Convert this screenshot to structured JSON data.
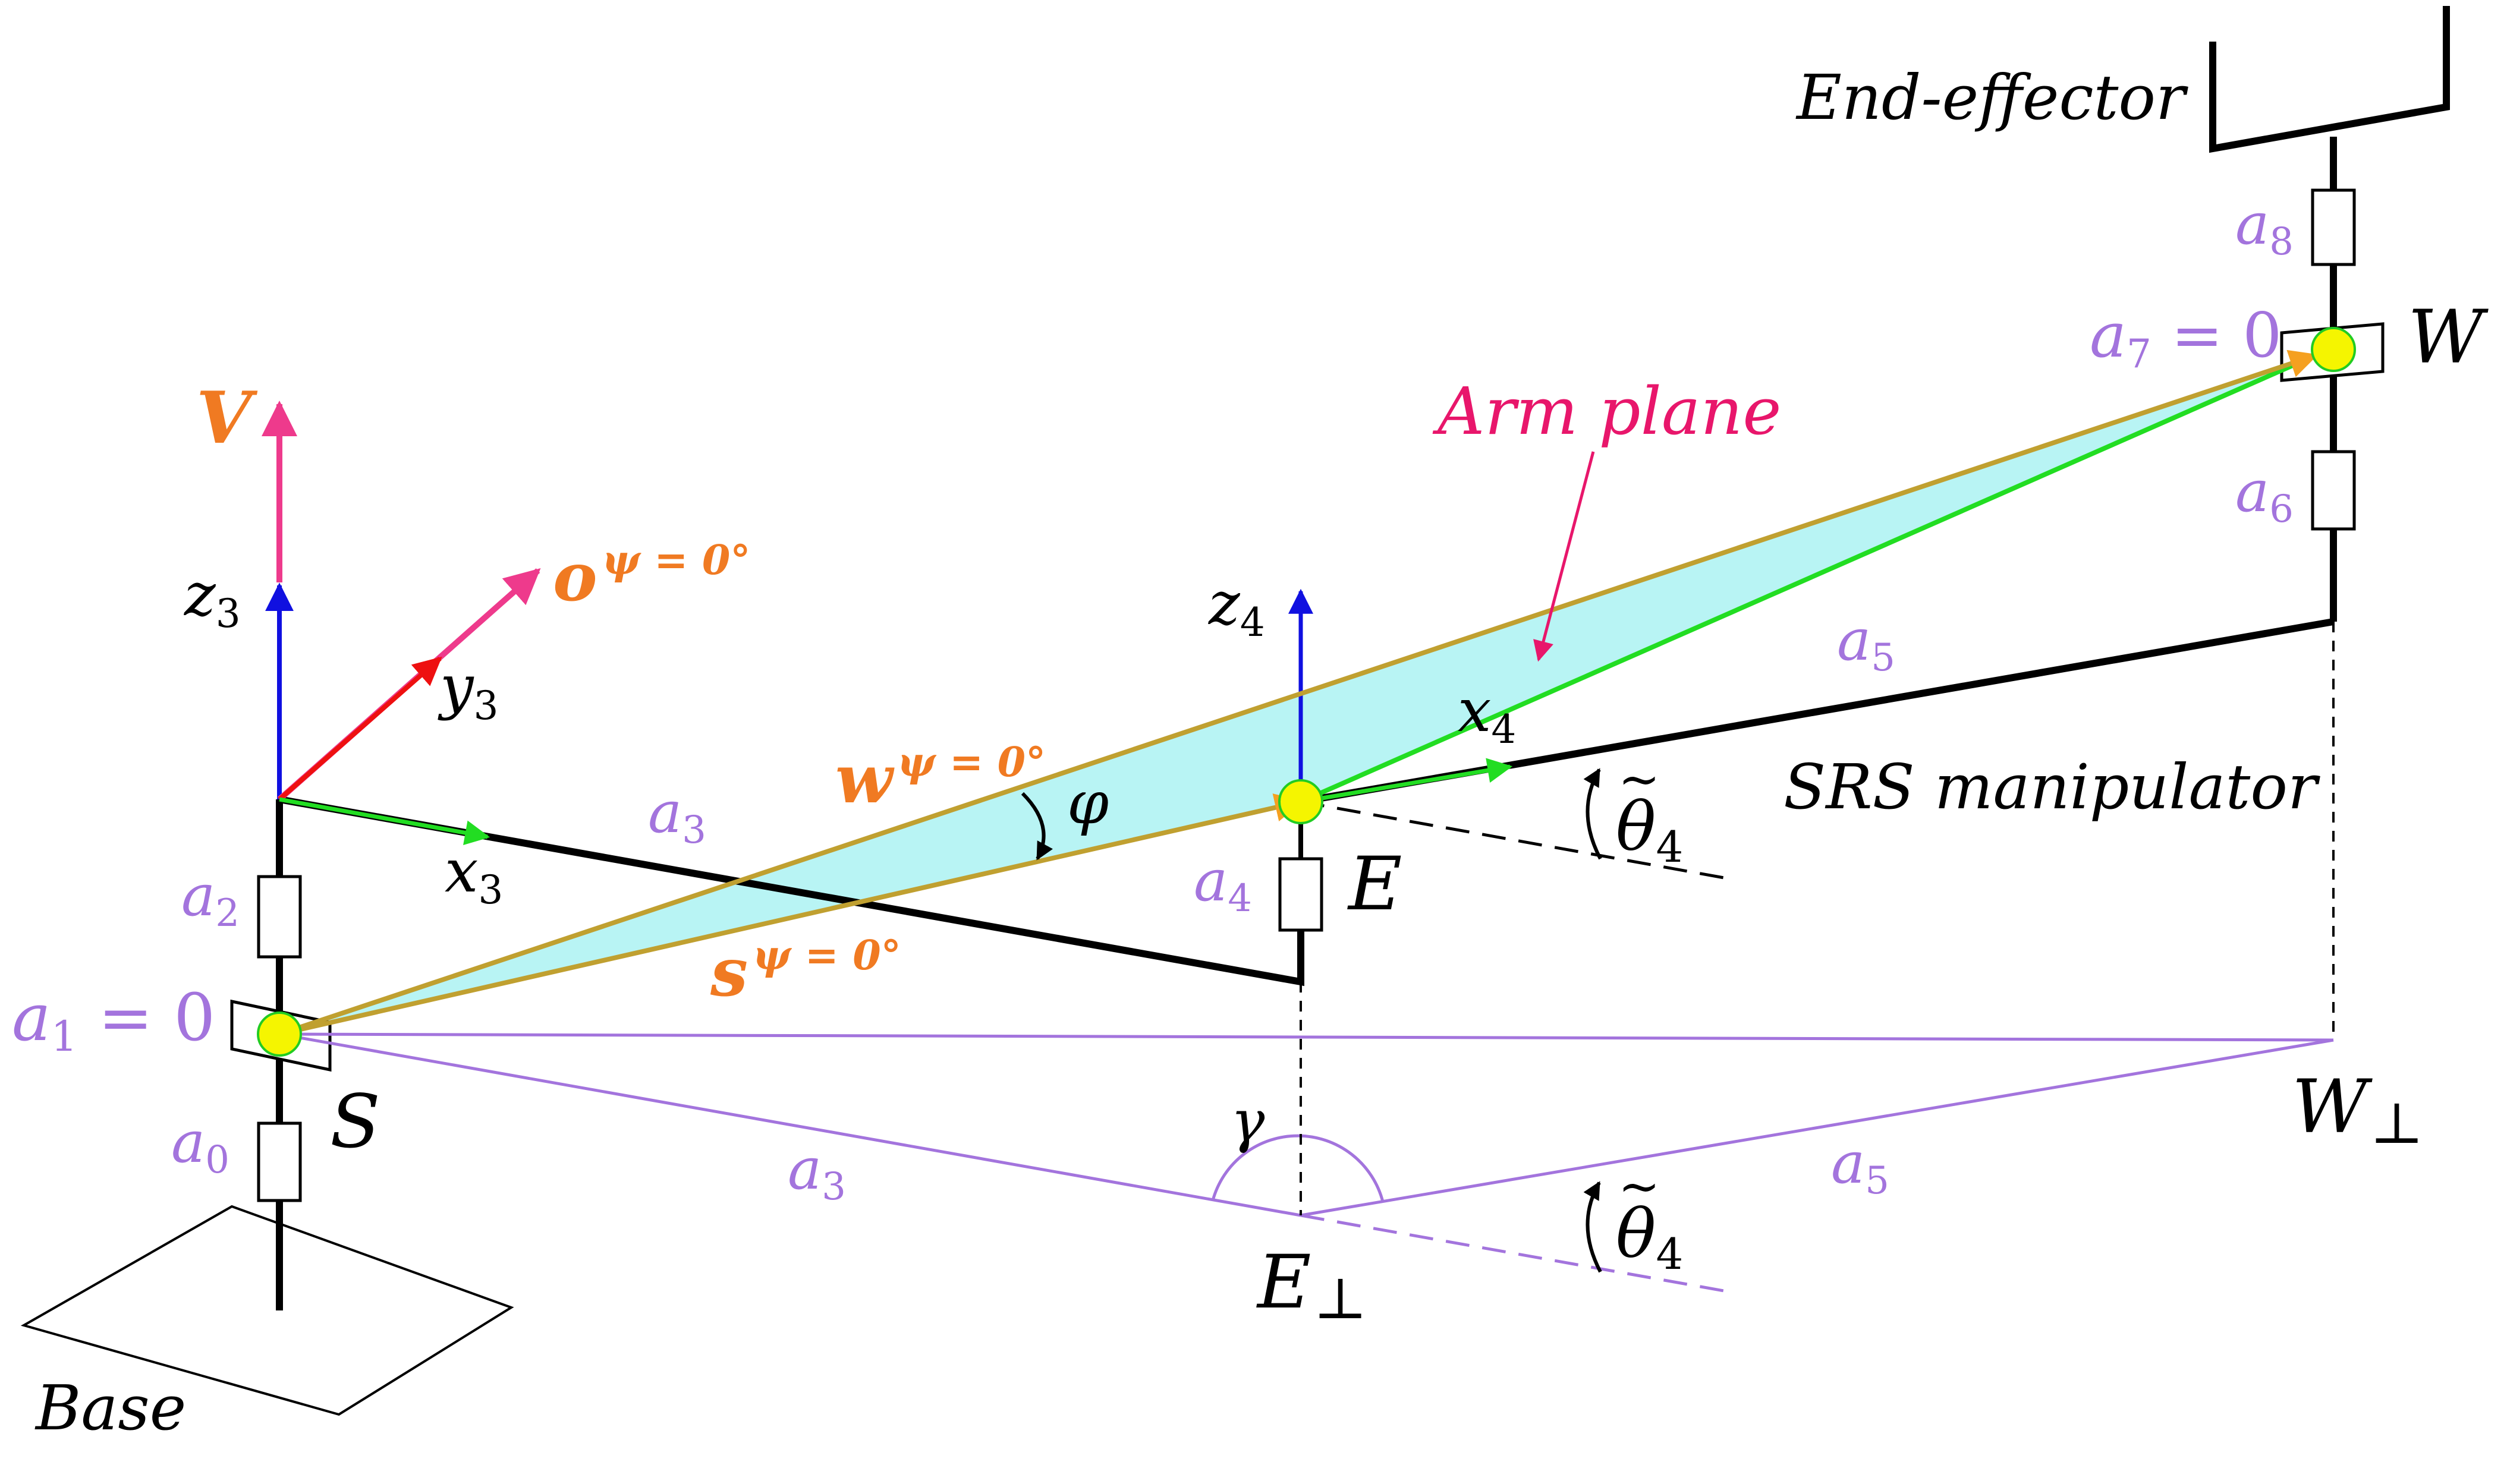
{
  "labels": {
    "end_effector": "End-effector",
    "arm_plane": "Arm plane",
    "srs_manipulator": "SRS manipulator",
    "base": "Base",
    "S": "S",
    "E": "E",
    "W": "W",
    "E_perp": "E",
    "W_perp": "W",
    "perp_symbol": "⊥",
    "V": "V",
    "o_vec": "o",
    "w_vec": "w",
    "s_vec": "s",
    "psi_sup": "ψ = 0°",
    "phi": "φ",
    "gamma": "γ",
    "theta": "θ",
    "theta_tilde": "~",
    "x": "x",
    "y": "y",
    "z": "z",
    "a": "a",
    "eq_zero": " = 0",
    "sub": {
      "three": "3",
      "four": "4",
      "zero": "0",
      "one": "1",
      "two": "2",
      "five": "5",
      "six": "6",
      "seven": "7",
      "eight": "8"
    }
  },
  "colors": {
    "purple": "#a374dd",
    "orange": "#f07a22",
    "magenta": "#e8166b",
    "green": "#22dd22",
    "blue": "#1010e0",
    "red": "#ee1010",
    "pink_arrow": "#ee3a8c",
    "gold_line": "#c0a030",
    "plane_fill": "#b8f4f4",
    "joint_fill": "#f5f500"
  }
}
